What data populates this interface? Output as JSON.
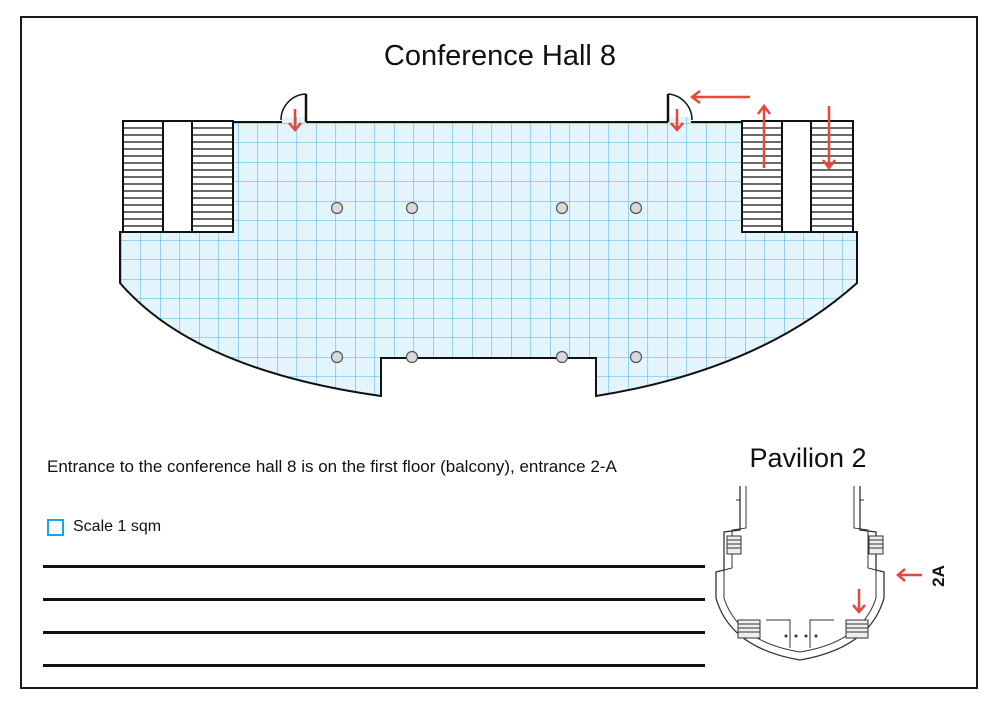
{
  "hall": {
    "title": "Conference Hall 8",
    "grid_color": "#4fb3e6",
    "fill_color": "#e3f4fc",
    "arrow_color": "#e8473c"
  },
  "pavilion": {
    "title": "Pavilion 2",
    "entrance_label": "2A"
  },
  "info": {
    "entrance_note": "Entrance to the conference hall 8 is on the first floor (balcony), entrance 2-A",
    "scale_label": "Scale 1 sqm",
    "scale_color": "#1aa3e8"
  },
  "blank_lines": 4
}
